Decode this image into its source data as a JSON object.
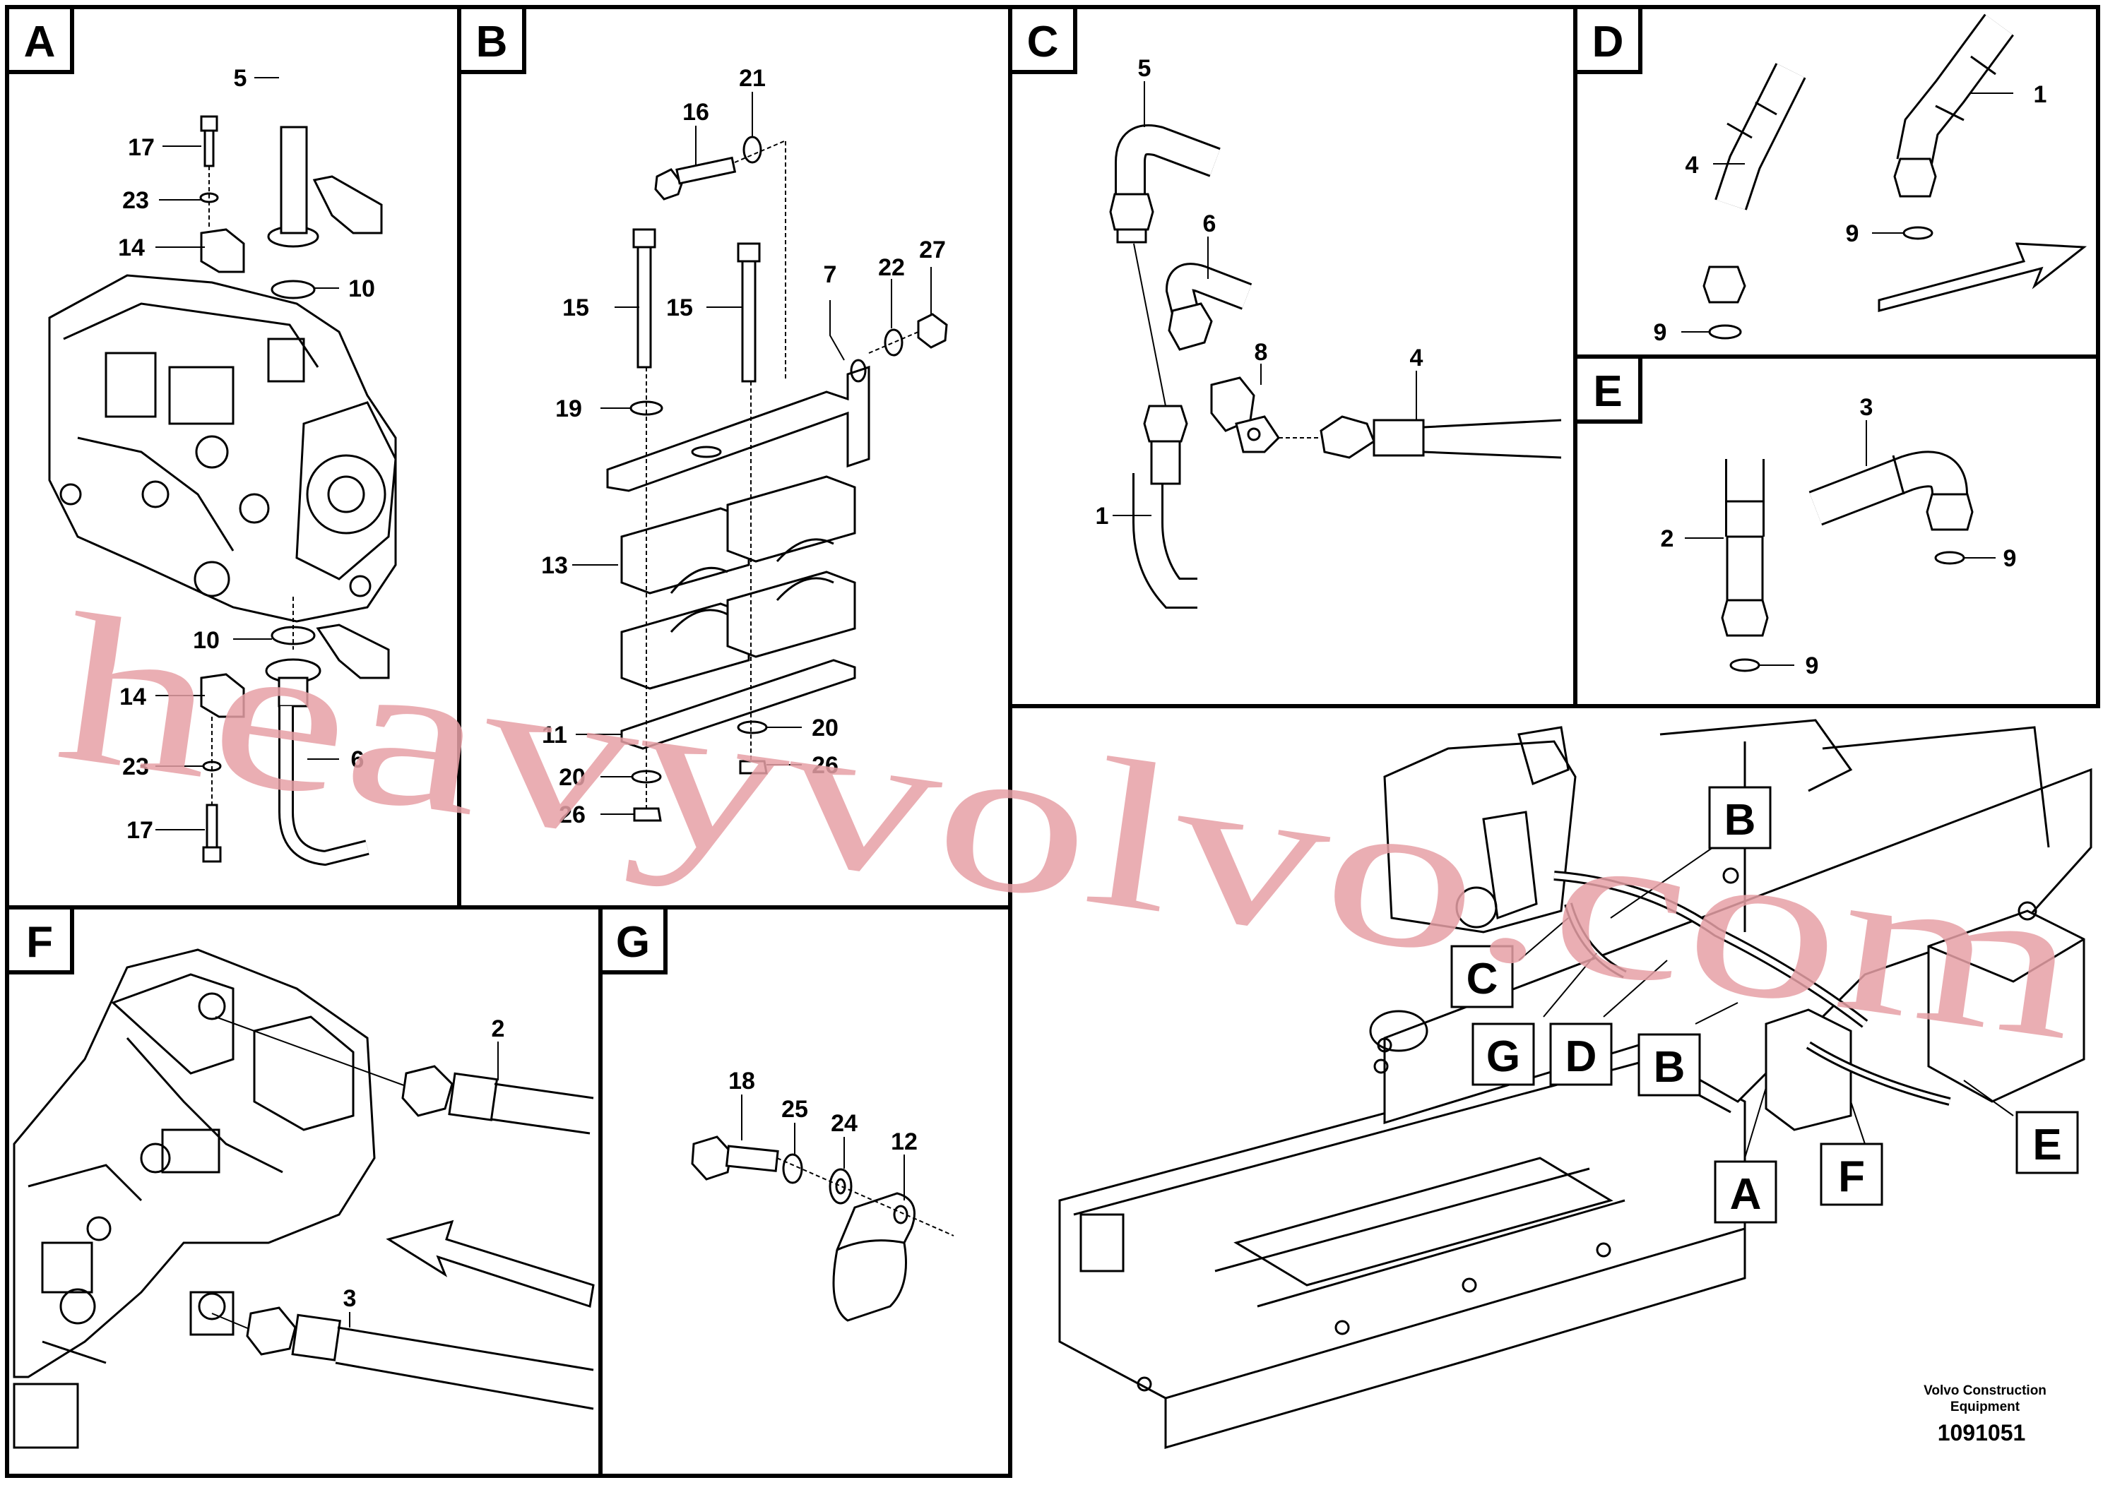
{
  "panels": [
    {
      "letter": "A"
    },
    {
      "letter": "B"
    },
    {
      "letter": "C"
    },
    {
      "letter": "D"
    },
    {
      "letter": "E"
    },
    {
      "letter": "F"
    },
    {
      "letter": "G"
    }
  ],
  "callouts": {
    "A": [
      "5",
      "17",
      "23",
      "14",
      "10",
      "10",
      "14",
      "6",
      "23",
      "17"
    ],
    "B": [
      "16",
      "21",
      "15",
      "15",
      "7",
      "22",
      "27",
      "19",
      "13",
      "11",
      "20",
      "20",
      "26",
      "26"
    ],
    "C": [
      "5",
      "6",
      "8",
      "4",
      "1"
    ],
    "D": [
      "4",
      "1",
      "9",
      "9"
    ],
    "E": [
      "3",
      "2",
      "9",
      "9"
    ],
    "F": [
      "2",
      "3"
    ],
    "G": [
      "18",
      "25",
      "24",
      "12"
    ]
  },
  "overview_labels": [
    "B",
    "C",
    "G",
    "D",
    "B",
    "A",
    "F",
    "E"
  ],
  "footer": {
    "company_line1": "Volvo Construction",
    "company_line2": "Equipment",
    "drawing_number": "1091051"
  },
  "watermark": "heavyvolvo.com",
  "colors": {
    "line": "#000000",
    "watermark": "#e7a0a6",
    "background": "#ffffff"
  }
}
